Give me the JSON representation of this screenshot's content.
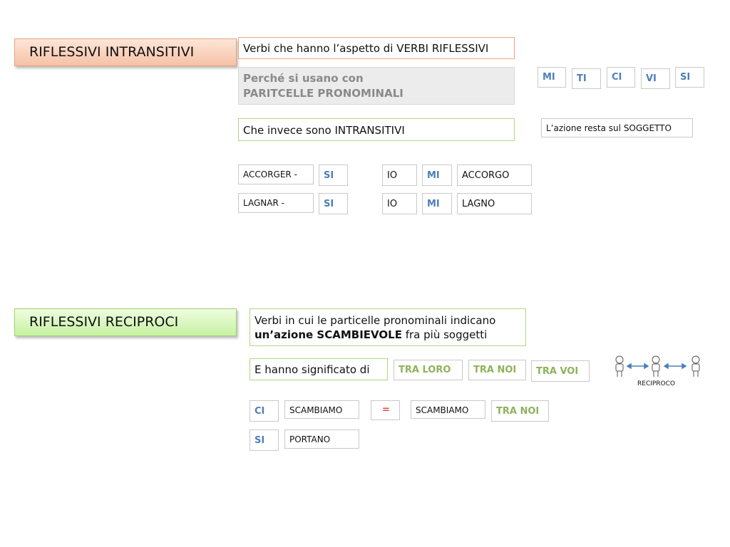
{
  "section1": {
    "title": "RIFLESSIVI INTRANSITIVI",
    "line1": "Verbi che hanno l’aspetto di VERBI RIFLESSIVI",
    "line2a": "Perché si usano con",
    "line2b": "PARITCELLE PRONOMINALI",
    "pronouns": [
      "MI",
      "TI",
      "CI",
      "VI",
      "SI"
    ],
    "line3": "Che invece sono INTRANSITIVI",
    "note": "L’azione resta sul SOGGETTO",
    "examples": [
      {
        "verb": "ACCORGER -",
        "particle": "SI",
        "subject": "IO",
        "pronoun": "MI",
        "result": "ACCORGO"
      },
      {
        "verb": "LAGNAR -",
        "particle": "SI",
        "subject": "IO",
        "pronoun": "MI",
        "result": "LAGNO"
      }
    ]
  },
  "section2": {
    "title": "RIFLESSIVI RECIPROCI",
    "desc_line1": "Verbi in cui le particelle pronominali indicano",
    "desc_bold": "un’azione SCAMBIEVOLE",
    "desc_rest": " fra più soggetti",
    "meaning_label": "E hanno significato di",
    "meanings": [
      "TRA LORO",
      "TRA NOI",
      "TRA VOI"
    ],
    "reciproco_label": "RECIPROCO",
    "example1": {
      "particle": "CI",
      "verb": "SCAMBIAMO",
      "equals": "=",
      "verb2": "SCAMBIAMO",
      "meaning": "TRA NOI"
    },
    "example2": {
      "particle": "SI",
      "verb": "PORTANO"
    }
  },
  "colors": {
    "pronoun_blue": "#4e7fb8",
    "meaning_green": "#8db35a",
    "equals_red": "#e0483c",
    "orange_title": "#f6c2a6",
    "green_title": "#c9f2a2"
  }
}
